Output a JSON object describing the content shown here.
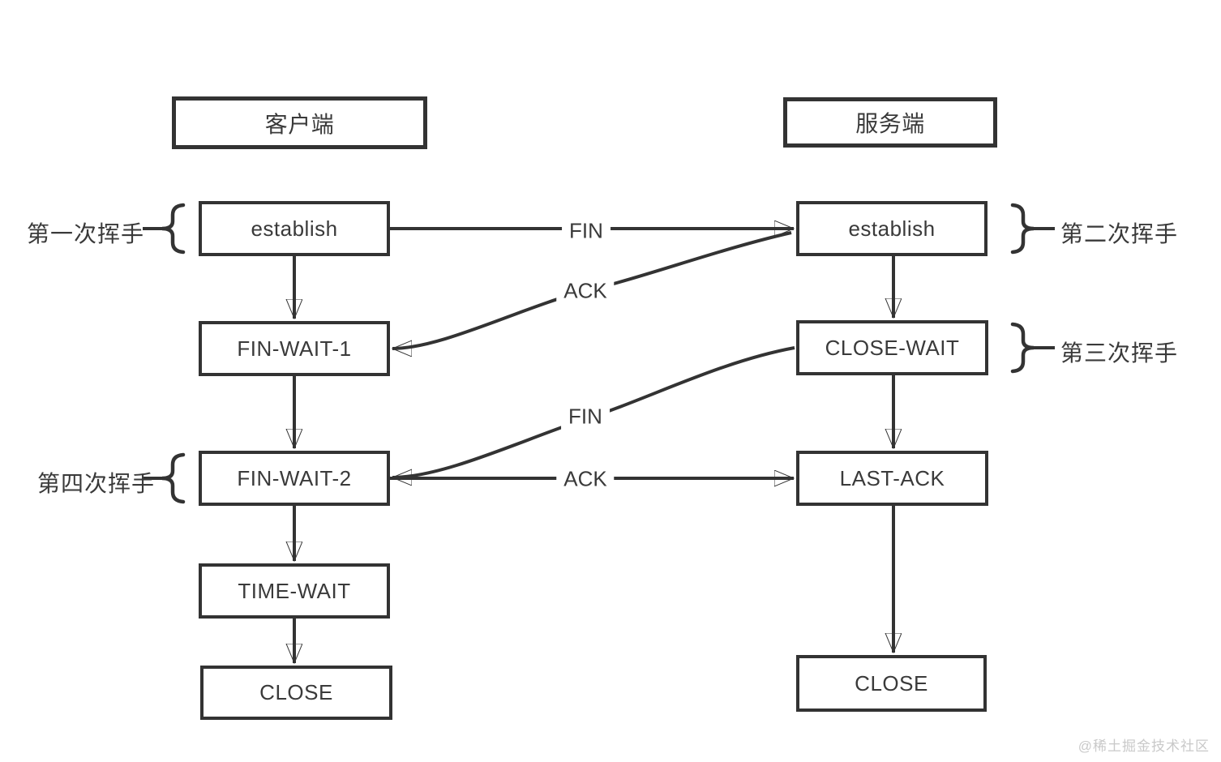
{
  "diagram": {
    "title_note": "TCP four-way handshake state diagram",
    "client": {
      "header": "客户端",
      "states": {
        "establish": "establish",
        "fin_wait_1": "FIN-WAIT-1",
        "fin_wait_2": "FIN-WAIT-2",
        "time_wait": "TIME-WAIT",
        "close": "CLOSE"
      }
    },
    "server": {
      "header": "服务端",
      "states": {
        "establish": "establish",
        "close_wait": "CLOSE-WAIT",
        "last_ack": "LAST-ACK",
        "close": "CLOSE"
      }
    },
    "handshakes": [
      {
        "label": "第一次挥手",
        "message": "FIN"
      },
      {
        "label": "第二次挥手",
        "message": "ACK"
      },
      {
        "label": "第三次挥手",
        "message": "FIN"
      },
      {
        "label": "第四次挥手",
        "message": "ACK"
      }
    ],
    "watermark": "@稀土掘金技术社区",
    "colors": {
      "stroke": "#333333",
      "text": "#3a3a3a",
      "background": "#ffffff",
      "watermark": "#c9c9c9"
    }
  }
}
